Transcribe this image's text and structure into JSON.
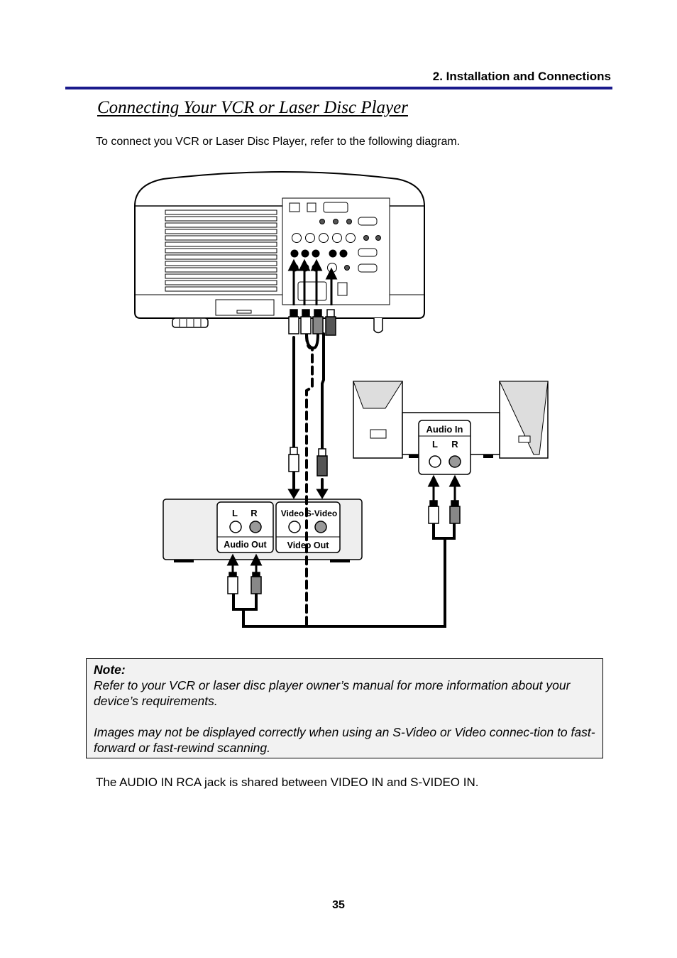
{
  "header": {
    "section": "2. Installation and Connections",
    "rule_color": "#1a1a8c"
  },
  "title": "Connecting Your VCR or Laser Disc Player",
  "intro": "To connect you VCR or Laser Disc Player, refer to the following diagram.",
  "diagram": {
    "speaker_panel": {
      "title": "Audio In",
      "left": "L",
      "right": "R"
    },
    "vcr_panel": {
      "audio_left": "L",
      "audio_right": "R",
      "audio_label": "Audio Out",
      "video": "Video",
      "svideo": "S-Video",
      "video_label": "Video Out"
    }
  },
  "note": {
    "title": "Note:",
    "line1": "Refer to your VCR or laser disc player owner’s manual for more information about your device’s requirements.",
    "line2": "Images may not be displayed correctly when using an S-Video or Video connec-tion to fast-forward or fast-rewind scanning."
  },
  "footer_text": "The AUDIO IN RCA jack is shared between VIDEO IN and S-VIDEO IN.",
  "page_number": "35"
}
